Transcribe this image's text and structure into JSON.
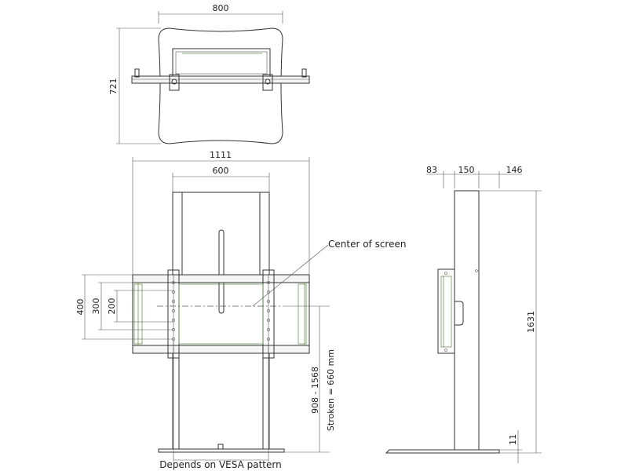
{
  "top_view": {
    "width_dim": "800",
    "depth_dim": "721"
  },
  "front_view": {
    "overall_width_dim": "1111",
    "column_spacing_dim": "600",
    "vesa_400_dim": "400",
    "vesa_300_dim": "300",
    "vesa_200_dim": "200",
    "height_range_dim": "908 - 1568",
    "stroke_dim": "Stroken = 660 mm",
    "center_label": "Center of screen",
    "vesa_note": "Depends on VESA pattern"
  },
  "side_view": {
    "dim_83": "83",
    "dim_150": "150",
    "dim_146": "146",
    "height_dim": "1631",
    "base_dim": "11"
  }
}
